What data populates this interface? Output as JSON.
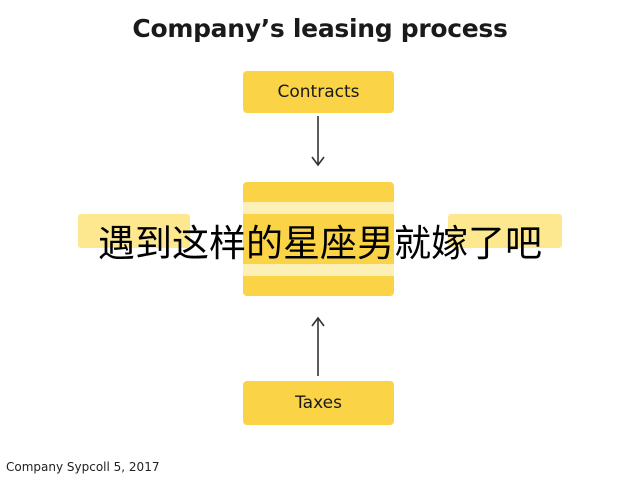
{
  "title": "Company’s leasing process",
  "nodes": {
    "contracts": "Contracts",
    "taxes": "Taxes"
  },
  "overlay_text": "遇到这样的星座男就嫁了吧",
  "caption": "Company Sypcoll 5, 2017",
  "colors": {
    "box": "#fad347",
    "box_light": "#fdf0b6",
    "side_box": "#fde890",
    "text": "#1a1a1a"
  }
}
